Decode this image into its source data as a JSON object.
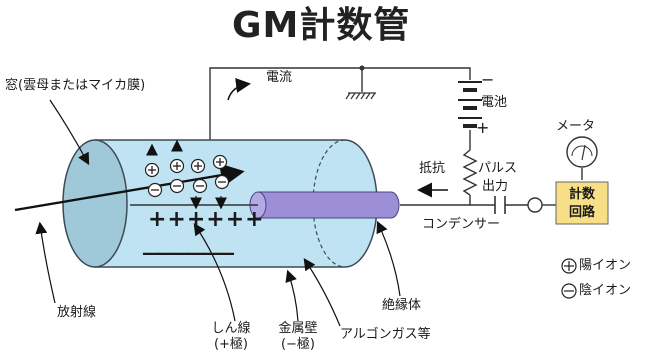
{
  "title": "GM計数管",
  "labels": {
    "window": "窓(雲母またはマイカ膜)",
    "current": "電流",
    "battery": "電池",
    "resistor": "抵抗",
    "pulse_output_1": "パルス",
    "pulse_output_2": "出力",
    "condenser": "コンデンサー",
    "meter": "メータ",
    "counter_line1": "計数",
    "counter_line2": "回路",
    "radiation": "放射線",
    "insulator": "絶縁体",
    "wire_line1": "しん線",
    "wire_line2": "(+極)",
    "wall_line1": "金属壁",
    "wall_line2": "(−極)",
    "gas": "アルゴンガス等",
    "plus_ion": "陽イオン",
    "minus_ion": "陰イオン",
    "battery_minus": "−",
    "battery_plus": "+"
  },
  "colors": {
    "tube_fill": "#bfe3f2",
    "tube_stroke": "#3c4a55",
    "rod_fill": "#9c8fd8",
    "counter_fill": "#f6df86",
    "arrow": "#111111"
  },
  "symbols": {
    "wire_charges": "++++++",
    "wall_charges": "——————",
    "plus": "+",
    "minus": "−"
  }
}
